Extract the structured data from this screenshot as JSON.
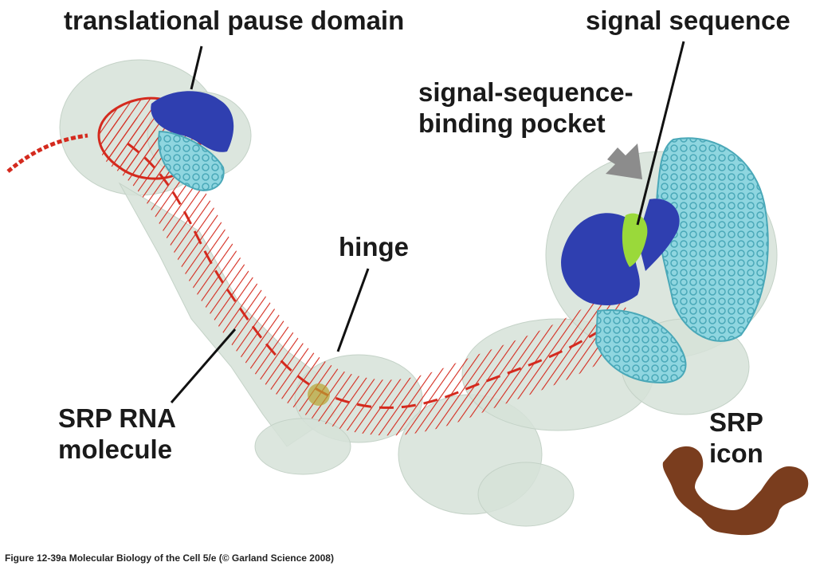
{
  "labels": {
    "translational_pause_domain": "translational pause domain",
    "signal_sequence": "signal sequence",
    "binding_pocket_line1": "signal-sequence-",
    "binding_pocket_line2": "binding pocket",
    "hinge": "hinge",
    "srp_rna_line1": "SRP RNA",
    "srp_rna_line2": "molecule",
    "srp_icon_line1": "SRP",
    "srp_icon_line2": "icon"
  },
  "caption": "Figure 12-39a  Molecular Biology of the Cell 5/e (© Garland Science 2008)",
  "colors": {
    "rna": "#d42a1e",
    "envelope": "#d6e2d8",
    "dark_blue_protein": "#2f3fb0",
    "light_blue_protein": "#8fd6e0",
    "signal_sequence": "#9ad93a",
    "arrow": "#8c8c8c",
    "srp_icon": "#7a3d1e",
    "leader_lines": "#111111"
  },
  "icons": [
    "pocket-arrow-icon",
    "srp-icon"
  ]
}
